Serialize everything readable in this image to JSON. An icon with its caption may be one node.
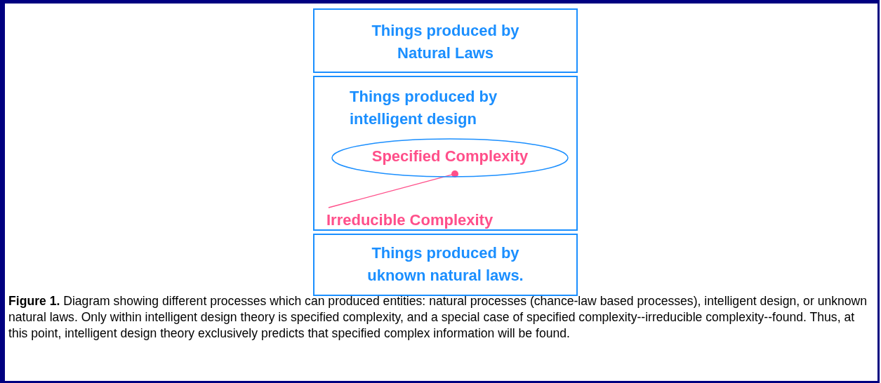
{
  "diagram": {
    "caption": "**Figure 1.** Diagram showing different processes which can produced entities: natural processes (chance-law based processes), intelligent design, or unknown natural laws. Only within intelligent design theory is specified complexity, and a special case of specified complexity--irreducible complexity--found. Thus, at this point, intelligent design theory exclusively predicts that specified complex information will be found.",
    "nodes": [
      {
        "text": [
          "Things produced by Natural Laws"
        ]
      },
      {
        "text": [
          "Things produced by intelligent design"
        ]
      },
      {
        "text": [
          "Specified Complexity"
        ],
        "in": 1
      },
      {
        "text": [
          "Irreducible Complexity"
        ],
        "in": 1
      },
      {
        "text": [
          "Things produced by uknown natural laws."
        ]
      }
    ],
    "edges": [
      {
        "from": 3,
        "to": 2,
        "arrow": "other"
      }
    ]
  }
}
